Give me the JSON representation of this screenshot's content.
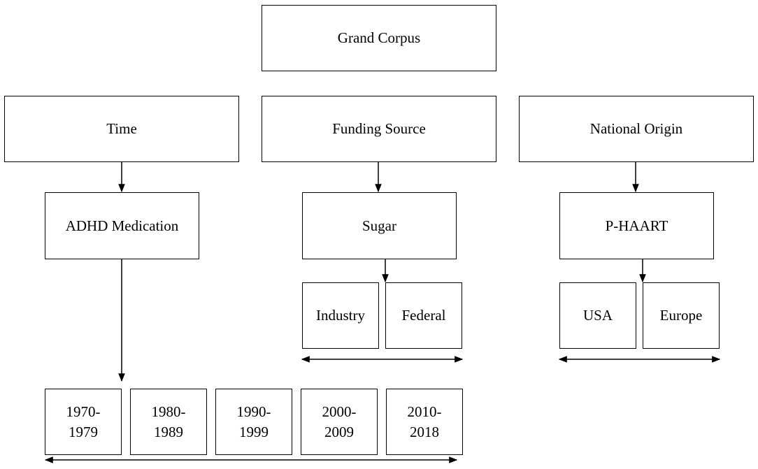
{
  "root": {
    "label": "Grand Corpus"
  },
  "categories": [
    {
      "label": "Time",
      "corpus": {
        "label": "ADHD Medication"
      },
      "subgroups": [
        "1970-\n1979",
        "1980-\n1989",
        "1990-\n1999",
        "2000-\n2009",
        "2010-\n2018"
      ]
    },
    {
      "label": "Funding Source",
      "corpus": {
        "label": "Sugar"
      },
      "subgroups": [
        "Industry",
        "Federal"
      ]
    },
    {
      "label": "National Origin",
      "corpus": {
        "label": "P-HAART"
      },
      "subgroups": [
        "USA",
        "Europe"
      ]
    }
  ]
}
